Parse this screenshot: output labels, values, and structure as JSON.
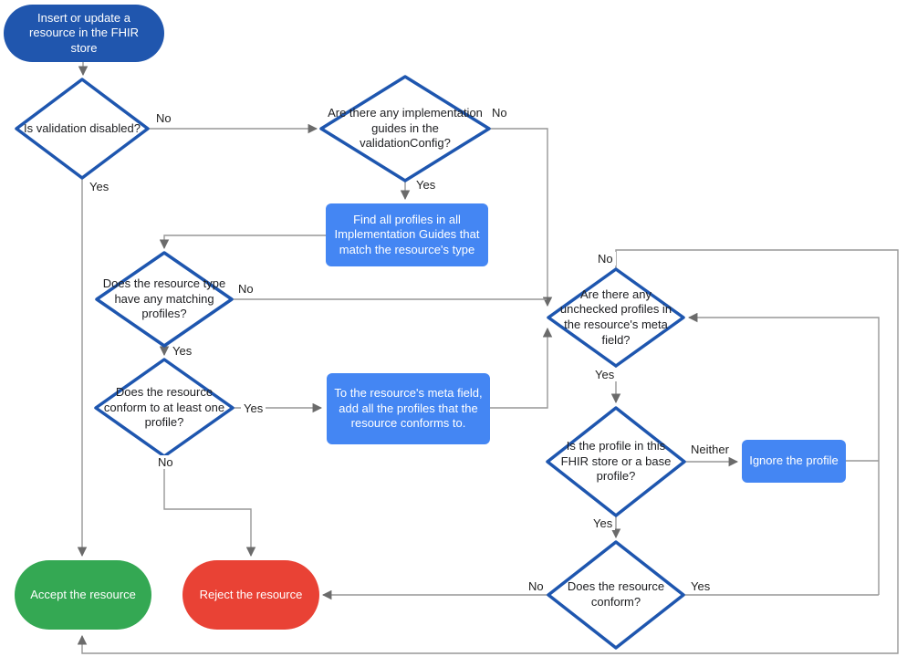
{
  "palette": {
    "start_fill": "#2056ae",
    "process_fill": "#4486f3",
    "accept_fill": "#34a853",
    "reject_fill": "#e94235",
    "decision_stroke": "#1e56af",
    "decision_fill": "#ffffff",
    "edge_color": "#979797",
    "arrow_color": "#6b6b6b",
    "text_color": "#202124",
    "node_text_on_color": "#ffffff"
  },
  "nodes": {
    "start": {
      "type": "terminal",
      "label": "Insert or update a resource in the FHIR store"
    },
    "validation_disabled": {
      "type": "decision",
      "label": "Is validation disabled?"
    },
    "implementation_guides": {
      "type": "decision",
      "label": "Are there any implementation guides in the validationConfig?"
    },
    "find_profiles": {
      "type": "process",
      "label": "Find all profiles in all Implementation Guides that match the resource's type"
    },
    "matching_profiles": {
      "type": "decision",
      "label": "Does the resource type have any matching profiles?"
    },
    "conforms_to_one": {
      "type": "decision",
      "label": "Does the resource conform to at least one profile?"
    },
    "add_profiles_to_meta": {
      "type": "process",
      "label": "To the resource's meta field, add all the profiles that the resource conforms to."
    },
    "unchecked_profiles": {
      "type": "decision",
      "label": "Are there any unchecked profiles in the resource's meta field?"
    },
    "profile_in_store": {
      "type": "decision",
      "label": "Is the profile in this FHIR store or a base profile?"
    },
    "ignore_profile": {
      "type": "process",
      "label": "Ignore the profile"
    },
    "resource_conforms": {
      "type": "decision",
      "label": "Does the resource conform?"
    },
    "accept": {
      "type": "terminal",
      "label": "Accept the resource"
    },
    "reject": {
      "type": "terminal",
      "label": "Reject the resource"
    }
  },
  "edge_labels": {
    "validation_disabled_no": "No",
    "validation_disabled_yes": "Yes",
    "implementation_guides_no": "No",
    "implementation_guides_yes": "Yes",
    "matching_profiles_no": "No",
    "matching_profiles_yes": "Yes",
    "conforms_to_one_yes": "Yes",
    "conforms_to_one_no": "No",
    "unchecked_profiles_no": "No",
    "unchecked_profiles_yes": "Yes",
    "profile_in_store_neither": "Neither",
    "profile_in_store_yes": "Yes",
    "resource_conforms_yes": "Yes",
    "resource_conforms_no": "No"
  }
}
